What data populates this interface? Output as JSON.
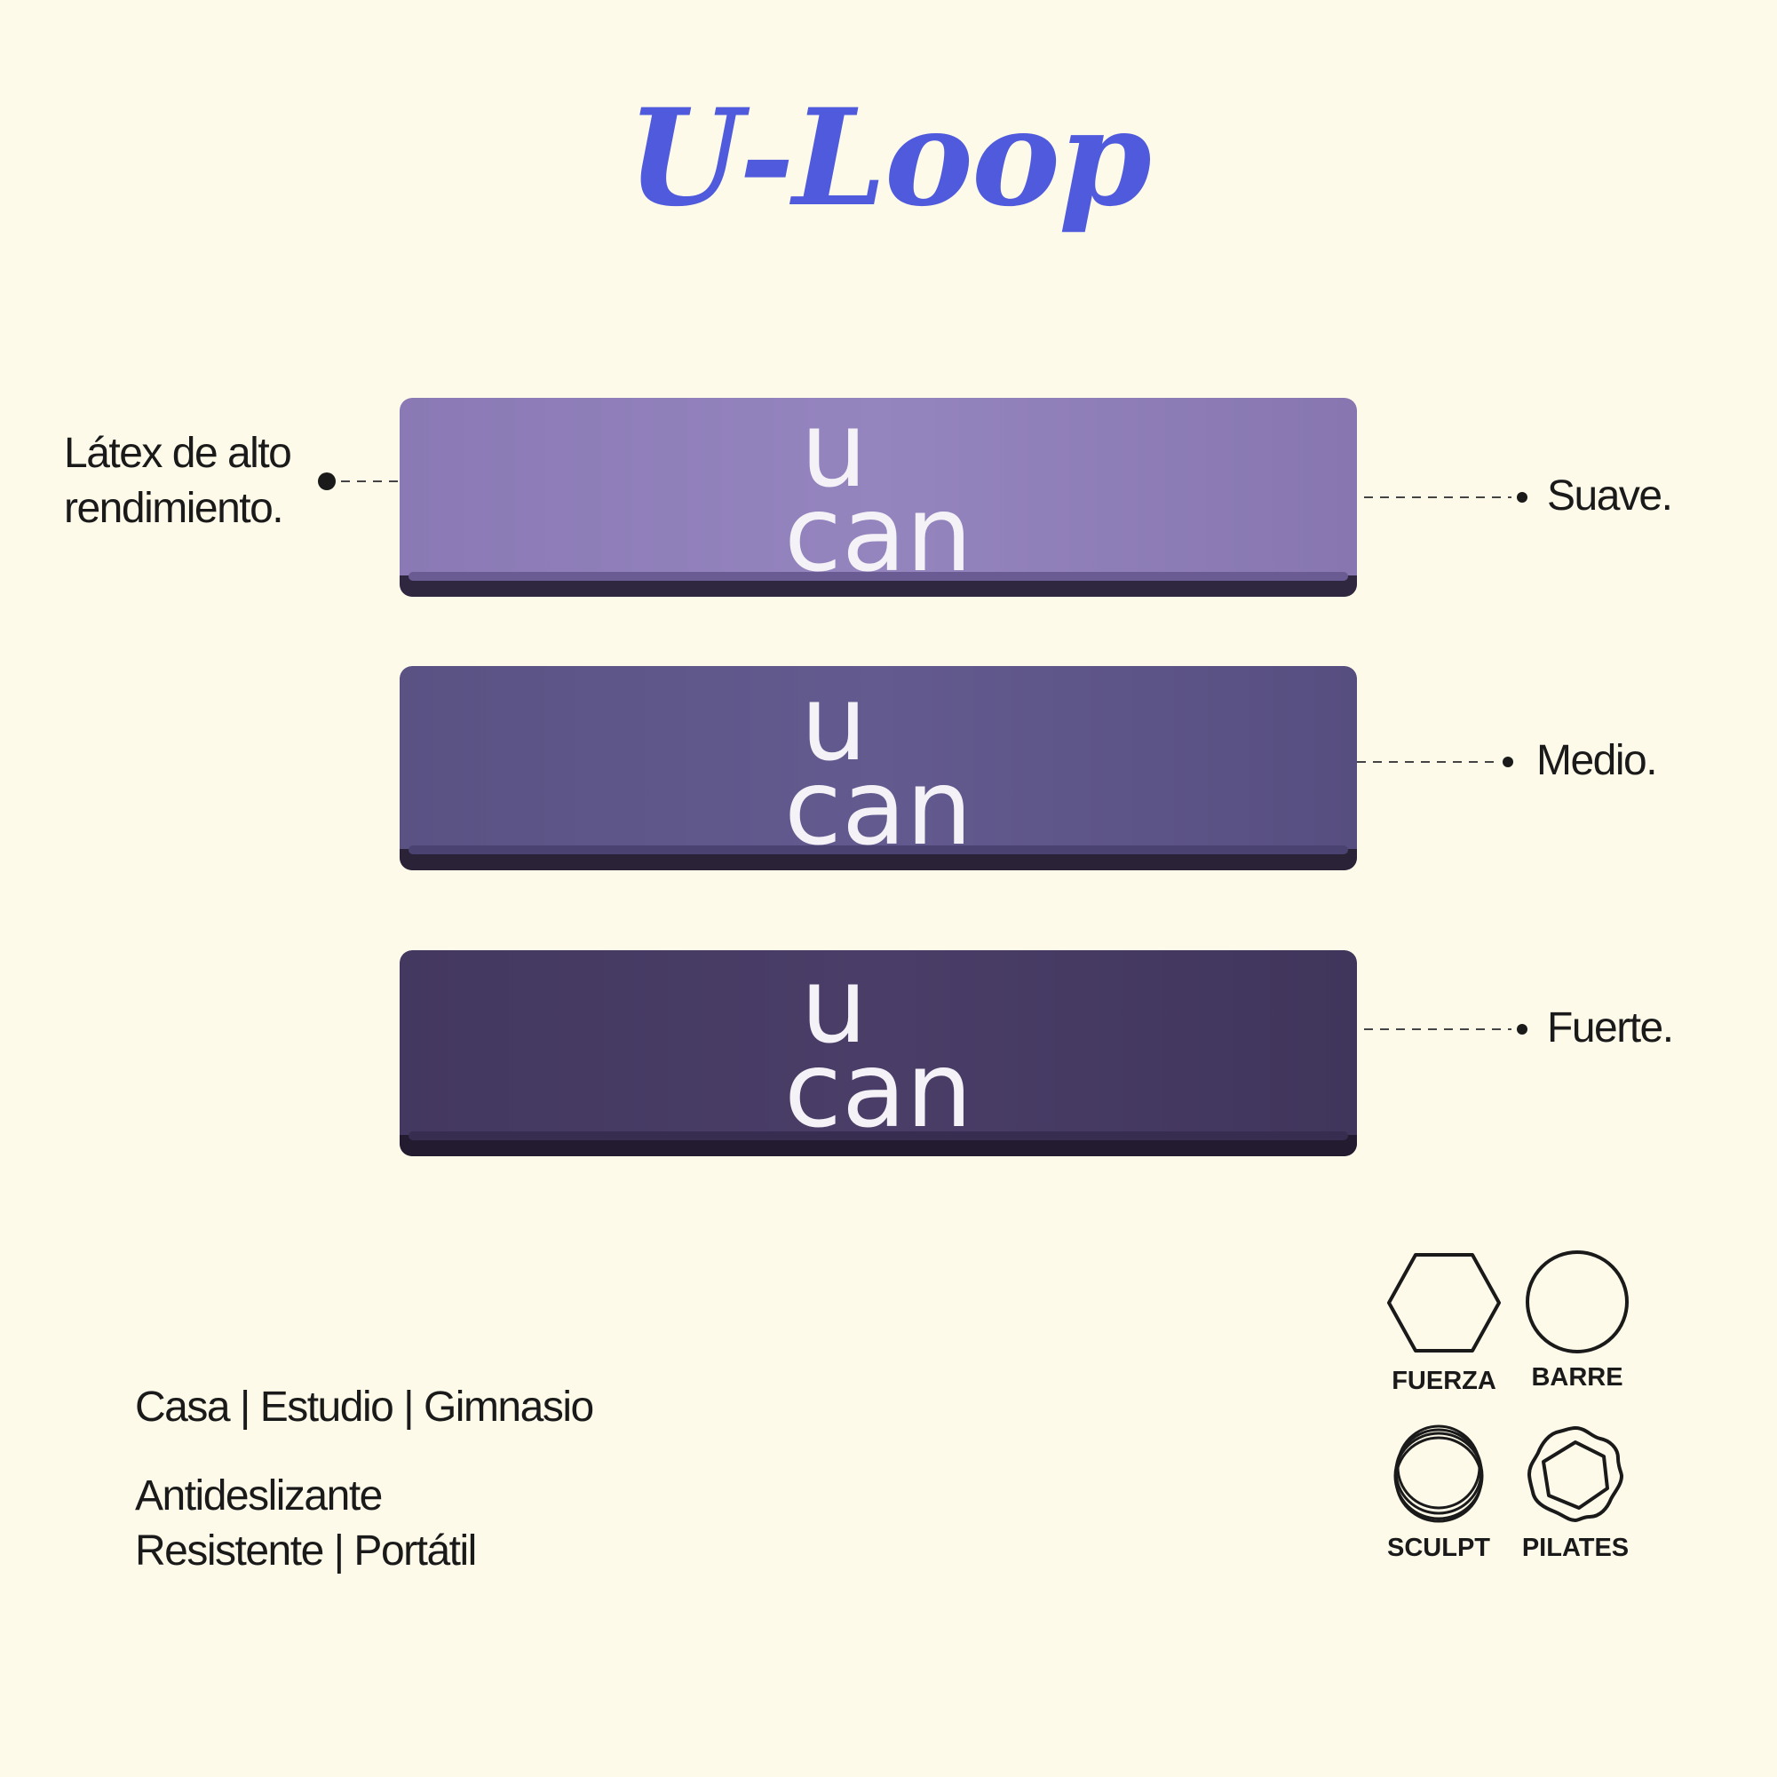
{
  "title": "U-Loop",
  "colors": {
    "background": "#fefae9",
    "title": "#4f5bdc",
    "band_light": "#8f7fb8",
    "band_medium": "#5c5487",
    "band_dark": "#453962",
    "logo": "#f4f1f7"
  },
  "bands": [
    {
      "logo_line1": "u",
      "logo_line2": "can",
      "level": "Suave."
    },
    {
      "logo_line1": "u",
      "logo_line2": "can",
      "level": "Medio."
    },
    {
      "logo_line1": "u",
      "logo_line2": "can",
      "level": "Fuerte."
    }
  ],
  "material": {
    "line1": "Látex de alto",
    "line2": "rendimiento."
  },
  "places": "Casa | Estudio | Gimnasio",
  "features": {
    "line1": "Antideslizante",
    "line2": "Resistente | Portátil"
  },
  "uses": [
    {
      "label": "FUERZA",
      "icon": "hexagon-icon"
    },
    {
      "label": "BARRE",
      "icon": "circle-icon"
    },
    {
      "label": "SCULPT",
      "icon": "stacked-rings-icon"
    },
    {
      "label": "PILATES",
      "icon": "flower-ring-icon"
    }
  ]
}
